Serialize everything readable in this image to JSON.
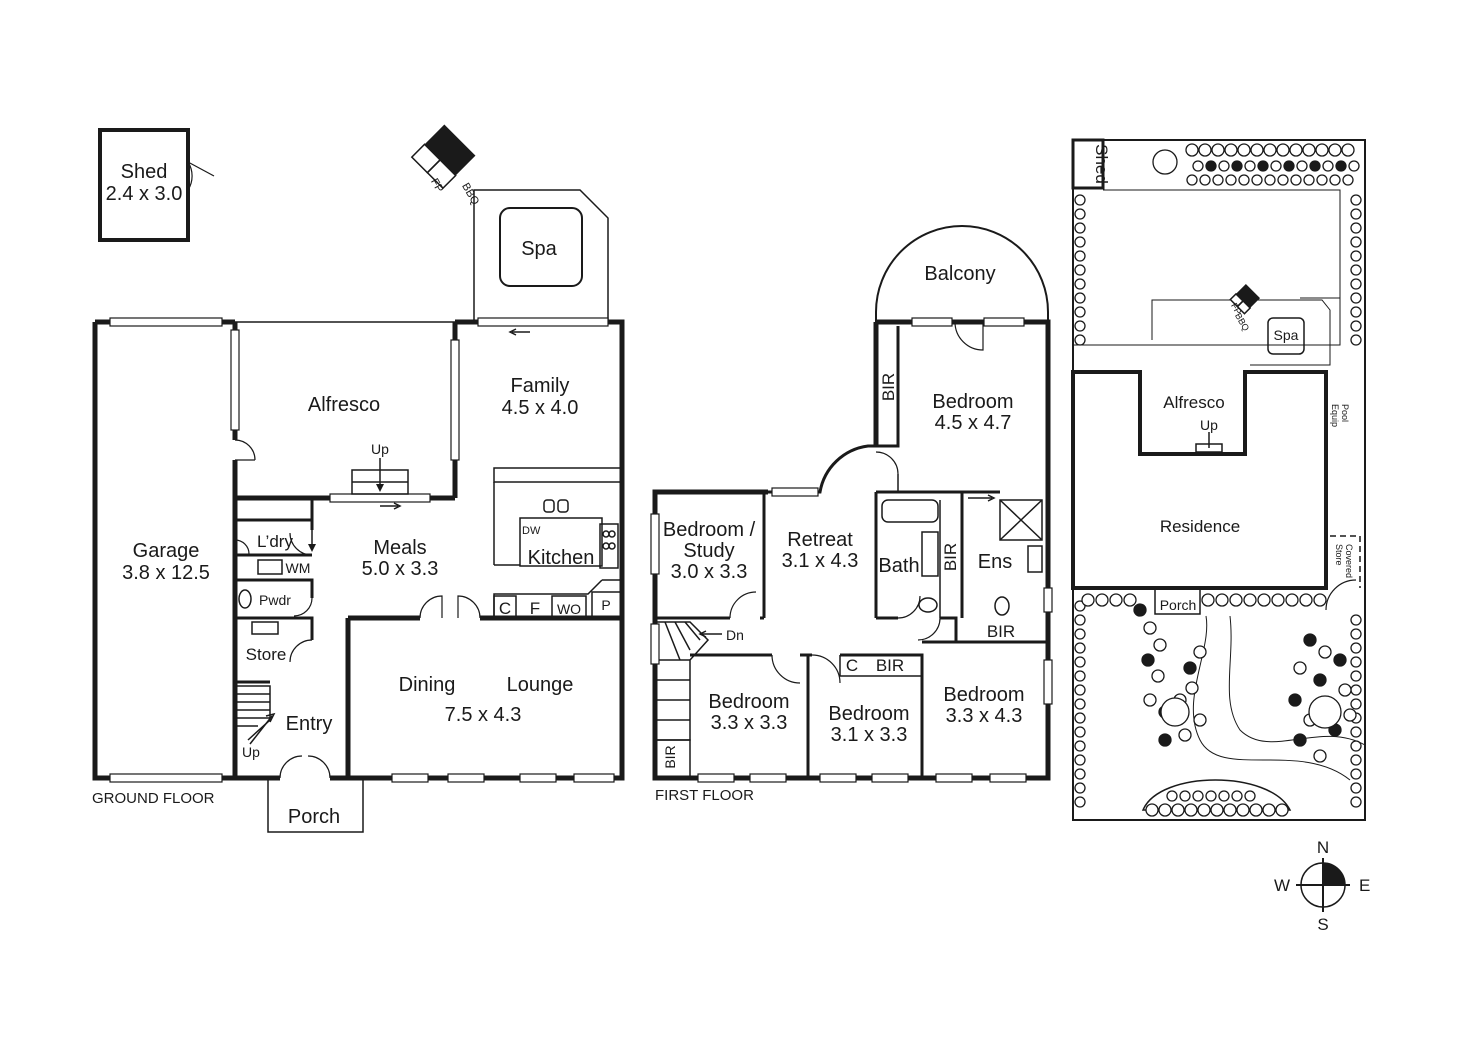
{
  "ground_floor": {
    "caption": "GROUND FLOOR",
    "shed": {
      "name": "Shed",
      "size": "2.4 x 3.0"
    },
    "fp": "FP",
    "bbq": "BBQ",
    "spa": "Spa",
    "alfresco": "Alfresco",
    "up_alfresco": "Up",
    "family": {
      "name": "Family",
      "size": "4.5 x 4.0"
    },
    "garage": {
      "name": "Garage",
      "size": "3.8 x 12.5"
    },
    "laundry": "L’dry",
    "wm": "WM",
    "pwdr": "Pwdr",
    "store": "Store",
    "meals": {
      "name": "Meals",
      "size": "5.0 x 3.3"
    },
    "kitchen": "Kitchen",
    "dw": "DW",
    "c": "C",
    "f": "F",
    "wo": "WO",
    "p": "P",
    "dining": "Dining",
    "lounge": "Lounge",
    "dining_lounge_size": "7.5 x 4.3",
    "entry": "Entry",
    "up_stairs": "Up",
    "porch": "Porch"
  },
  "first_floor": {
    "caption": "FIRST FLOOR",
    "balcony": "Balcony",
    "bir_1": "BIR",
    "bedroom_main": {
      "name": "Bedroom",
      "size": "4.5 x 4.7"
    },
    "bedroom_study": {
      "name_line1": "Bedroom /",
      "name_line2": "Study",
      "size": "3.0 x 3.3"
    },
    "retreat": {
      "name": "Retreat",
      "size": "3.1 x 4.3"
    },
    "bath": "Bath",
    "bir_2": "BIR",
    "ens": "Ens",
    "bir_3": "BIR",
    "dn": "Dn",
    "bedroom_2": {
      "name": "Bedroom",
      "size": "3.3 x 3.3"
    },
    "c": "C",
    "bir_4": "BIR",
    "bedroom_3": {
      "name": "Bedroom",
      "size": "3.1 x 3.3"
    },
    "bedroom_4": {
      "name": "Bedroom",
      "size": "3.3 x 4.3"
    },
    "bir_5": "BIR"
  },
  "site_plan": {
    "shed": "Shed",
    "fp": "FP",
    "bbq": "BBQ",
    "spa": "Spa",
    "pool_equip_line1": "Pool",
    "pool_equip_line2": "Equip",
    "alfresco": "Alfresco",
    "up": "Up",
    "residence": "Residence",
    "covered_store_line1": "Covered",
    "covered_store_line2": "Store",
    "porch": "Porch"
  },
  "compass": {
    "n": "N",
    "e": "E",
    "s": "S",
    "w": "W"
  }
}
